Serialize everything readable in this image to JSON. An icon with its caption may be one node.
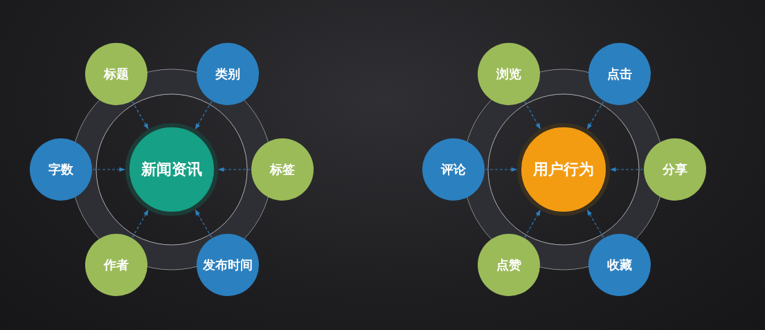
{
  "diagram": {
    "nodes": [
      {
        "text": [
          "新闻资讯"
        ]
      },
      {
        "text": [
          "标题"
        ]
      },
      {
        "text": [
          "类别"
        ]
      },
      {
        "text": [
          "字数"
        ]
      },
      {
        "text": [
          "标签"
        ]
      },
      {
        "text": [
          "作者"
        ]
      },
      {
        "text": [
          "发布时间"
        ]
      },
      {
        "text": [
          "用户行为"
        ]
      },
      {
        "text": [
          "浏览"
        ]
      },
      {
        "text": [
          "点击"
        ]
      },
      {
        "text": [
          "评论"
        ]
      },
      {
        "text": [
          "分享"
        ]
      },
      {
        "text": [
          "点赞"
        ]
      },
      {
        "text": [
          "收藏"
        ]
      }
    ],
    "edges": [
      {
        "from": 1,
        "to": 0,
        "arrow": "to",
        "style": "dashed"
      },
      {
        "from": 2,
        "to": 0,
        "arrow": "to",
        "style": "dashed"
      },
      {
        "from": 3,
        "to": 0,
        "arrow": "to",
        "style": "dashed"
      },
      {
        "from": 4,
        "to": 0,
        "arrow": "to",
        "style": "dashed"
      },
      {
        "from": 5,
        "to": 0,
        "arrow": "to",
        "style": "dashed"
      },
      {
        "from": 6,
        "to": 0,
        "arrow": "to",
        "style": "dashed"
      },
      {
        "from": 8,
        "to": 7,
        "arrow": "to",
        "style": "dashed"
      },
      {
        "from": 9,
        "to": 7,
        "arrow": "to",
        "style": "dashed"
      },
      {
        "from": 10,
        "to": 7,
        "arrow": "to",
        "style": "dashed"
      },
      {
        "from": 11,
        "to": 7,
        "arrow": "to",
        "style": "dashed"
      },
      {
        "from": 12,
        "to": 7,
        "arrow": "to",
        "style": "dashed"
      },
      {
        "from": 13,
        "to": 7,
        "arrow": "to",
        "style": "dashed"
      }
    ]
  }
}
